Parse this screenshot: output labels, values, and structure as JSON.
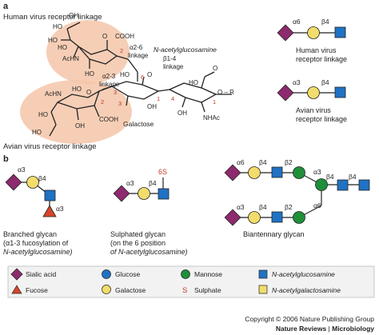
{
  "colors": {
    "sialic": "#8e2a6e",
    "galactose": "#f2dc6b",
    "glcnac": "#1f72c4",
    "mannose": "#1f8f3a",
    "glucose": "#1f72c4",
    "fucose": "#d6452b",
    "galnac": "#f2dc6b",
    "sulphate": "#c0392b",
    "highlight": "#f4c6a9",
    "legend_bg": "#f2f2f2"
  },
  "panel_a": {
    "label": "a",
    "human_linkage_label": "Human virus receptor linkage",
    "avian_linkage_label": "Avian virus receptor linkage",
    "alpha26": "α2-6",
    "alpha26_linkage": "linkage",
    "alpha23": "α2-3",
    "alpha23_linkage": "linkage",
    "beta14": "β1-4",
    "beta14_linkage": "linkage",
    "glcnac_name": "N-acetylglucosamine",
    "galactose_name": "Galactose",
    "groups": {
      "ho": "HO",
      "oh": "OH",
      "acHN": "AcHN",
      "cooh": "COOH",
      "nhac": "NHAc",
      "o": "O",
      "r": "R",
      "o_r": "O – R"
    },
    "carbon_numbers": [
      "2",
      "6",
      "3",
      "1",
      "4",
      "1",
      "2",
      "3"
    ],
    "right_human": {
      "alpha": "α6",
      "beta": "β4",
      "caption_line1": "Human virus",
      "caption_line2": "receptor linkage"
    },
    "right_avian": {
      "alpha": "α3",
      "beta": "β4",
      "caption_line1": "Avian virus",
      "caption_line2": "receptor linkage"
    }
  },
  "panel_b": {
    "label": "b",
    "branched": {
      "alpha_top": "α3",
      "beta": "β4",
      "alpha_bottom": "α3",
      "caption": [
        "Branched glycan",
        "(α1-3 fucosylation of",
        "N-acetylglucosamine)"
      ]
    },
    "sulphated": {
      "alpha": "α3",
      "beta": "β4",
      "sulphate_label": "6S",
      "caption": [
        "Sulphated glycan",
        "(on the 6 position",
        "of N-acetylglucosamine)"
      ]
    },
    "biantennary": {
      "top": [
        "α6",
        "β4",
        "β2",
        "α3"
      ],
      "bottom": [
        "α3",
        "β4",
        "β2",
        "α6"
      ],
      "core": [
        "β4",
        "β4"
      ],
      "caption": "Biantennary glycan"
    }
  },
  "legend": {
    "items": [
      {
        "symbol": "diamond",
        "label": "Sialic acid"
      },
      {
        "symbol": "blue-circle",
        "label": "Glucose"
      },
      {
        "symbol": "green-circle",
        "label": "Mannose"
      },
      {
        "symbol": "blue-square",
        "label": "N-acetylglucosamine"
      },
      {
        "symbol": "triangle",
        "label": "Fucose"
      },
      {
        "symbol": "yellow-circle",
        "label": "Galactose"
      },
      {
        "symbol": "s-letter",
        "label": "Sulphate",
        "glyph": "S"
      },
      {
        "symbol": "yellow-square",
        "label": "N-acetylgalactosamine"
      }
    ]
  },
  "footer": {
    "copyright": "Copyright © 2006 Nature Publishing Group",
    "journal_bold": "Nature Reviews",
    "separator": " | ",
    "journal_section": "Microbiology"
  }
}
